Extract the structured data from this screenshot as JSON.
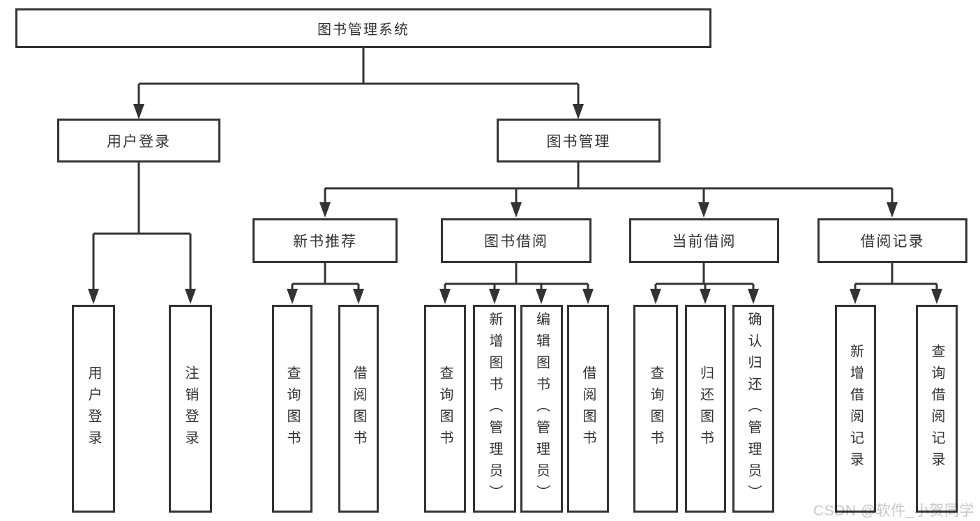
{
  "diagram": {
    "title": "图书管理系统",
    "nodes": {
      "root": {
        "label": "图书管理系统"
      },
      "level2": [
        {
          "label": "用户登录"
        },
        {
          "label": "图书管理"
        }
      ],
      "level3": [
        {
          "label": "新书推荐",
          "parent": "图书管理"
        },
        {
          "label": "图书借阅",
          "parent": "图书管理"
        },
        {
          "label": "当前借阅",
          "parent": "图书管理"
        },
        {
          "label": "借阅记录",
          "parent": "图书管理"
        }
      ],
      "leaves": [
        {
          "label": "用户登录",
          "parent": "用户登录"
        },
        {
          "label": "注销登录",
          "parent": "用户登录"
        },
        {
          "label": "查询图书",
          "parent": "新书推荐"
        },
        {
          "label": "借阅图书",
          "parent": "新书推荐"
        },
        {
          "label": "查询图书",
          "parent": "图书借阅"
        },
        {
          "label": "新增图书（管理员）",
          "parent": "图书借阅"
        },
        {
          "label": "编辑图书（管理员）",
          "parent": "图书借阅"
        },
        {
          "label": "借阅图书",
          "parent": "图书借阅"
        },
        {
          "label": "查询图书",
          "parent": "当前借阅"
        },
        {
          "label": "归还图书",
          "parent": "当前借阅"
        },
        {
          "label": "确认归还（管理员）",
          "parent": "当前借阅"
        },
        {
          "label": "新增借阅记录",
          "parent": "借阅记录"
        },
        {
          "label": "查询借阅记录",
          "parent": "借阅记录"
        }
      ]
    },
    "colors": {
      "line": "#333333",
      "box_border": "#333333",
      "text": "#333333",
      "background": "#ffffff",
      "watermark_text_color": "#c6c6c6"
    }
  },
  "watermark": {
    "text": "CSDN @软件_小贺同学"
  }
}
